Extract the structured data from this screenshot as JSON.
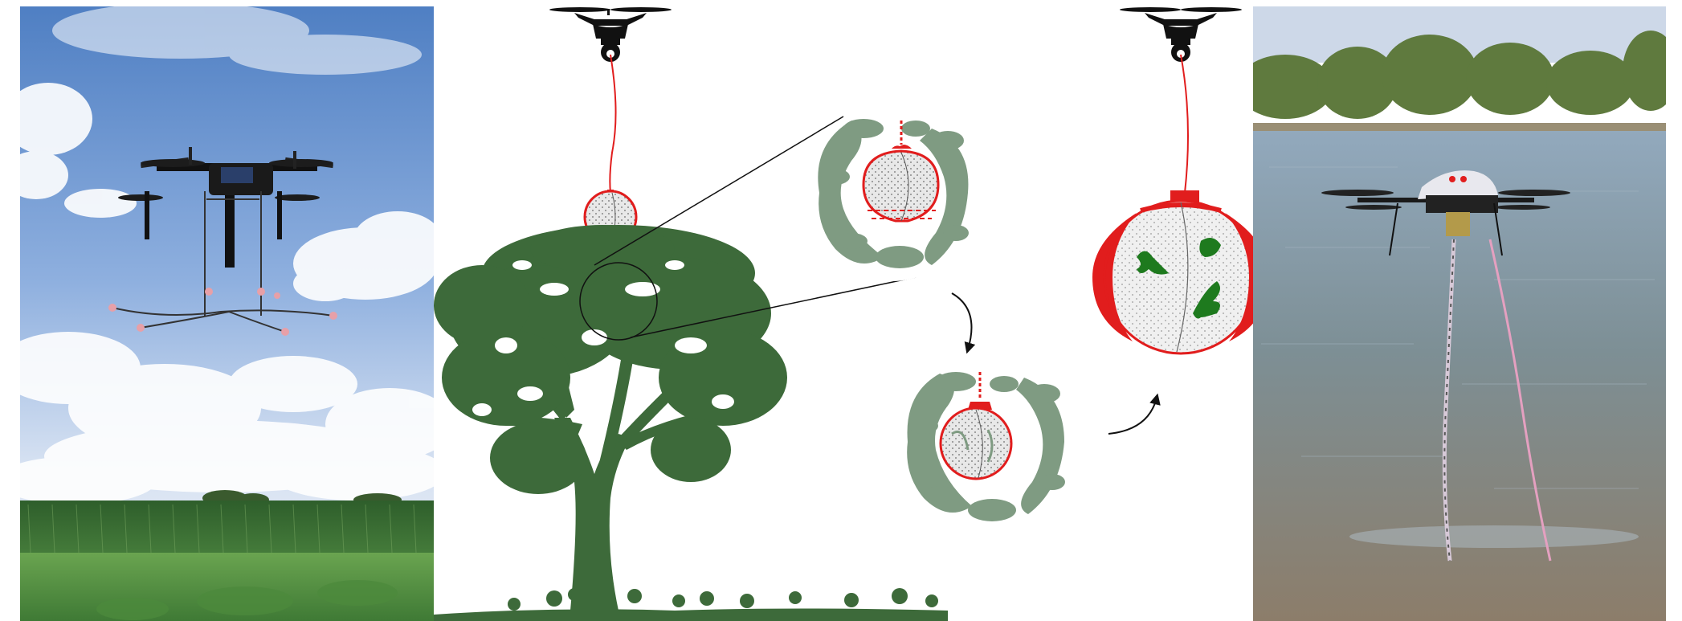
{
  "figure": {
    "panels": [
      {
        "id": "left",
        "kind": "photo"
      },
      {
        "id": "center",
        "kind": "illustration"
      },
      {
        "id": "right",
        "kind": "photo"
      }
    ],
    "colors": {
      "sky_top": "#5b86c8",
      "sky_bottom": "#d9e5f4",
      "field_green": "#3f7d36",
      "grass_green": "#5f9a46",
      "tree_green": "#3d6a3a",
      "leaf_pale_green": "#7f9b82",
      "leaf_dark_green": "#1e7a1e",
      "drone_black": "#111111",
      "tether_red": "#e11d1d",
      "sampler_gray": "#d9d9d9",
      "water_top": "#8aa3b8",
      "water_bottom": "#8a7d6a",
      "shore_trees": "#5f7a3e",
      "sky_pale": "#cdd8e8"
    },
    "icon_names": [
      "drone-icon",
      "tether-icon",
      "sampler-sphere-icon",
      "magnifier-circle-icon",
      "flow-arrow-icon",
      "leaf-sample-icon"
    ]
  }
}
